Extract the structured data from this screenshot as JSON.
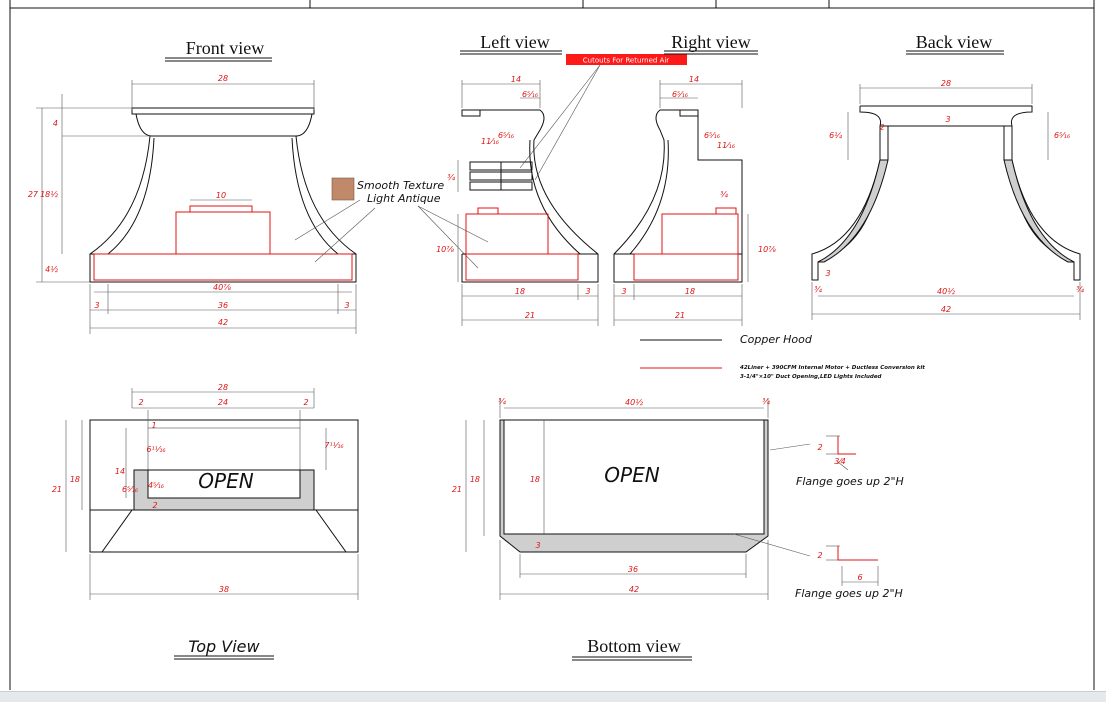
{
  "views": {
    "front": "Front view",
    "left": "Left view",
    "right": "Right view",
    "back": "Back view",
    "top": "Top View",
    "bottom": "Bottom view"
  },
  "callouts": {
    "cutouts": "Cutouts For Returned Air",
    "texture_line1": "Smooth Texture",
    "texture_line2": "Light Antique",
    "flange1": "Flange goes up 2\"H",
    "flange2": "Flange goes up 2\"H",
    "open_top": "OPEN",
    "open_bottom": "OPEN"
  },
  "legend": {
    "copper": "Copper Hood",
    "liner_line1": "42Liner + 390CFM Internal Motor + Ductless Conversion kit",
    "liner_line2": "3-1/4\"×10\" Duct Opening,LED Lights Included"
  },
  "dims": {
    "front": {
      "w28": "28",
      "h4": "4",
      "h27": "27",
      "h18": "18½",
      "h4b": "4½",
      "w10": "10",
      "w40": "40⅞",
      "w3a": "3",
      "w36": "36",
      "w3b": "3",
      "w42": "42"
    },
    "left": {
      "w14": "14",
      "w6": "6⁵⁄₁₆",
      "h11": "11⁄₁₆",
      "h6": "6⁵⁄₁₆",
      "h34": "¾",
      "h10": "10⅞",
      "w18": "18",
      "w3": "3",
      "w21": "21"
    },
    "right": {
      "w14": "14",
      "w6": "6⁵⁄₁₆",
      "h6": "6⁵⁄₁₆",
      "h11": "11⁄₁₆",
      "w34": "¾",
      "h10": "10⅞",
      "w3": "3",
      "w18": "18",
      "w21": "21"
    },
    "back": {
      "w28": "28",
      "w3": "3",
      "h2": "2",
      "h6a": "6¼",
      "h6b": "6⁵⁄₁₆",
      "h3": "3",
      "w34a": "¾",
      "w40": "40½",
      "w34b": "¾",
      "w42": "42"
    },
    "top": {
      "w28": "28",
      "w2a": "2",
      "w24": "24",
      "w2b": "2",
      "h1": "1",
      "h6a": "6¹¹⁄₁₆",
      "h7": "7¹¹⁄₁₆",
      "h14": "14",
      "h6b": "6⁵⁄₁₆",
      "h4": "4⁵⁄₁₆",
      "h21": "21",
      "h18": "18",
      "h2": "2",
      "w38": "38"
    },
    "bottom": {
      "w34a": "¾",
      "w40": "40½",
      "w34b": "¾",
      "h21": "21",
      "h18a": "18",
      "h18b": "18",
      "h3": "3",
      "w36": "36",
      "w42": "42",
      "f2a": "2",
      "f34": "3⁄4",
      "f2b": "2",
      "f6": "6"
    }
  },
  "colors": {
    "dimension": "#e01414",
    "line": "#111111",
    "fill": "#cfcfcf",
    "swatch": "#c08a6a"
  }
}
